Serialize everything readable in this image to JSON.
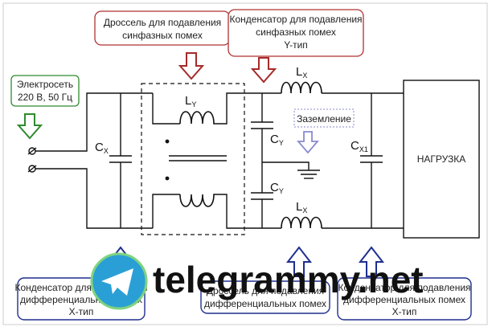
{
  "labels": {
    "choke_cm_line1": "Дроссель для подавления",
    "choke_cm_line2": "синфазных помех",
    "cap_y_line1": "Конденсатор для подавления",
    "cap_y_line2": "синфазных помех",
    "cap_y_line3": "Y-тип",
    "mains_line1": "Электросеть",
    "mains_line2": "220 В, 50 Гц",
    "ground": "Заземление",
    "load": "НАГРУЗКА",
    "cap_x_line1": "Конденсатор для подавления",
    "cap_x_line2": "дифференциальных помех",
    "cap_x_line3": "Х-тип",
    "choke_diff_line1": "Дроссель для подавления",
    "choke_diff_line2": "дифференциальных помех",
    "cap_x1_line1": "Конденсатор для подавления",
    "cap_x1_line2": "дифференциальных помех",
    "cap_x1_line3": "Х-тип"
  },
  "symbols": {
    "cx_main": "C",
    "cx_sub": "X",
    "ly_main": "L",
    "ly_sub": "Y",
    "cy_top_main": "C",
    "cy_top_sub": "Y",
    "cy_bot_main": "C",
    "cy_bot_sub": "Y",
    "lx_top_main": "L",
    "lx_top_sub": "X",
    "lx_bot_main": "L",
    "lx_bot_sub": "X",
    "cx1_main": "C",
    "cx1_sub": "X1"
  },
  "watermark": "telegrammy.net",
  "colors": {
    "wire": "#111111",
    "arrow_red": "#a52a2a",
    "arrow_green": "#2e8b2e",
    "arrow_blue": "#1f2f8f",
    "arrow_ground": "#8a8ad0",
    "box_border_red": "#b03030",
    "box_border_green": "#2e8b2e",
    "box_border_blue": "#1f2f8f"
  }
}
